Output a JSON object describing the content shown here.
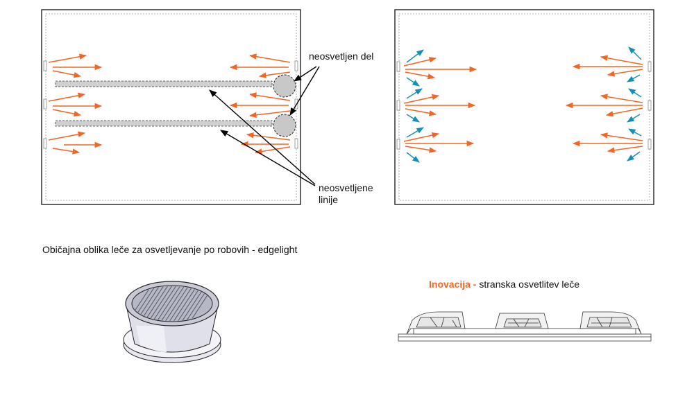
{
  "colors": {
    "orange_arrow": "#f26522",
    "blue_arrow": "#1490b8",
    "lightguide_fill": "#d0d0d0",
    "unlit_circle_fill": "#c8c8c8",
    "annotation_arrow": "#000000",
    "panel_border": "#222222",
    "accent_text": "#f26522"
  },
  "left_panel": {
    "label_unlit_part": "neosvetljen del",
    "label_unlit_lines_1": "neosvetljene",
    "label_unlit_lines_2": "linije"
  },
  "captions": {
    "standard_lens": "Običajna oblika leče za osvetljevanje po robovih - edgelight",
    "innovation_highlight": "Inovacija -",
    "innovation_rest": "stranska osvetlitev leče"
  },
  "icons": {
    "standard_lens_drawing": "cylindrical-lens-icon",
    "side_lens_drawing": "side-emitting-lens-strip-icon"
  }
}
